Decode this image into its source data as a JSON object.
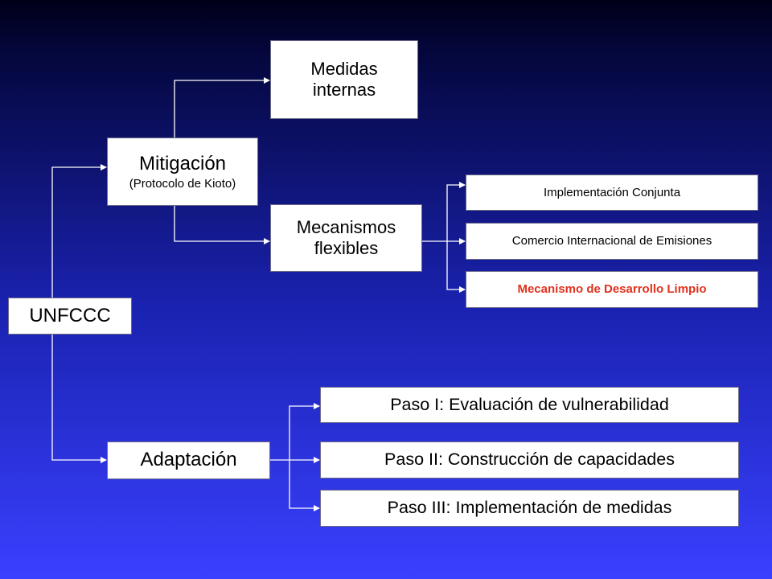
{
  "nodes": {
    "unfccc": "UNFCCC",
    "mitigacion": {
      "title": "Mitigación",
      "subtitle": "(Protocolo de Kioto)"
    },
    "medidas_internas": {
      "line1": "Medidas",
      "line2": "internas"
    },
    "mecanismos_flexibles": {
      "line1": "Mecanismos",
      "line2": "flexibles"
    },
    "implementacion_conjunta": "Implementación Conjunta",
    "comercio_emisiones": "Comercio Internacional de Emisiones",
    "mdl": "Mecanismo de Desarrollo Limpio",
    "adaptacion": "Adaptación",
    "paso1": "Paso I: Evaluación de vulnerabilidad",
    "paso2": "Paso II: Construcción de capacidades",
    "paso3": "Paso III: Implementación de medidas"
  },
  "colors": {
    "highlight_text": "#e0321e",
    "connector": "#ffffff",
    "box_fill": "#ffffff"
  }
}
